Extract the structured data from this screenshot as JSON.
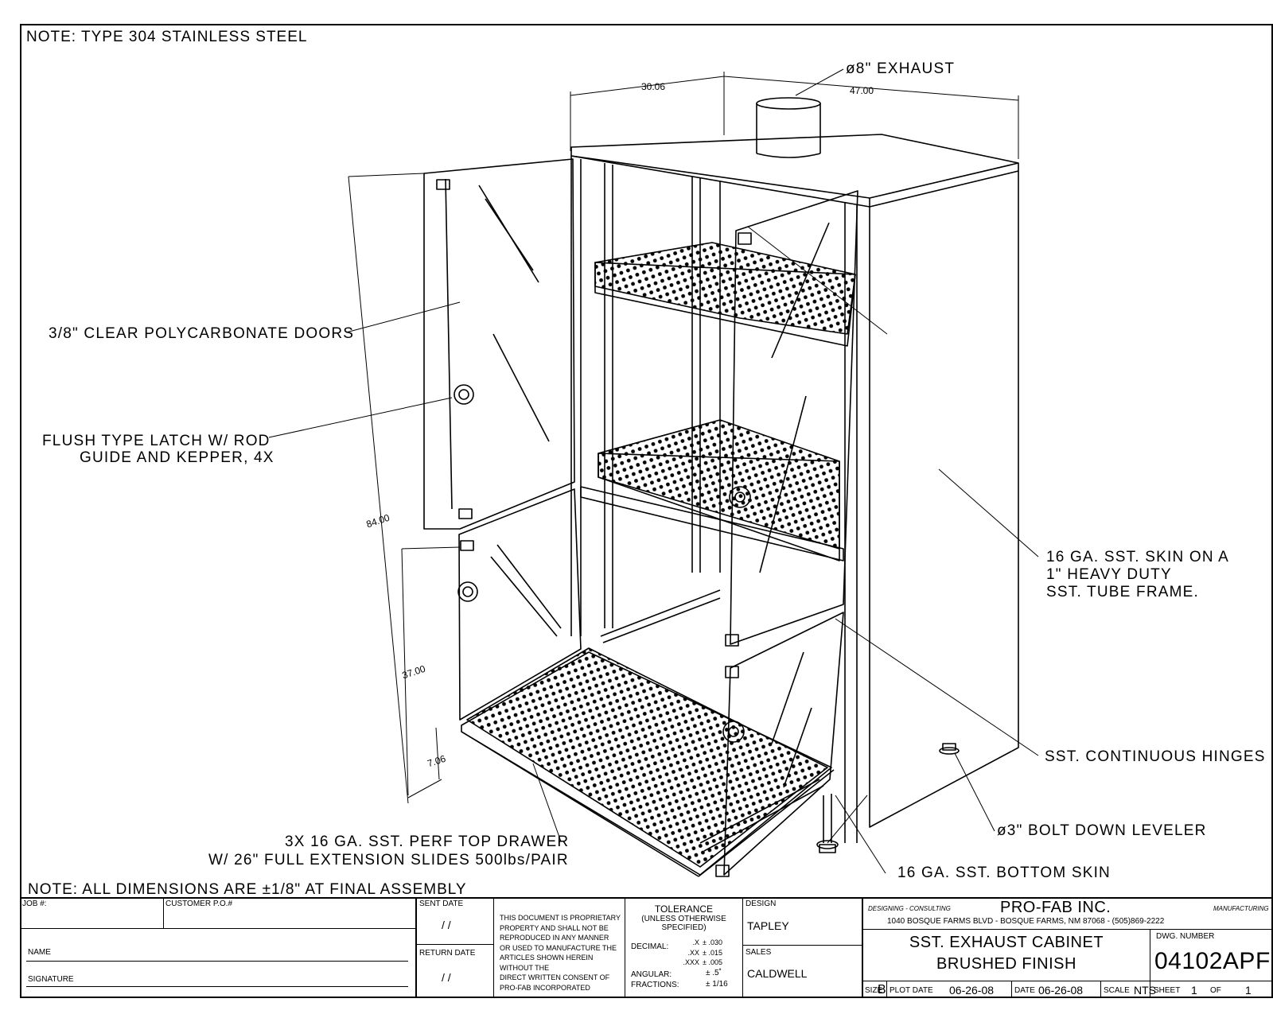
{
  "notes": {
    "top": "NOTE:  TYPE 304 STAINLESS STEEL",
    "bottom": "NOTE:  ALL DIMENSIONS ARE ±1/8\" AT FINAL ASSEMBLY"
  },
  "callouts": {
    "exhaust": "ø8\" EXHAUST",
    "doors": "3/8\" CLEAR POLYCARBONATE DOORS",
    "latch_line1": "FLUSH TYPE LATCH W/ ROD",
    "latch_line2": "GUIDE AND KEPPER, 4X",
    "skin_line1": "16 GA. SST. SKIN ON A",
    "skin_line2": "1\" HEAVY DUTY",
    "skin_line3": "SST. TUBE FRAME.",
    "hinges": "SST. CONTINUOUS HINGES",
    "leveler": "ø3\" BOLT DOWN LEVELER",
    "bottom_skin": "16 GA. SST. BOTTOM SKIN",
    "drawer_line1": "3X 16 GA. SST. PERF TOP DRAWER",
    "drawer_line2": "W/ 26\" FULL EXTENSION SLIDES 500lbs/PAIR"
  },
  "dimensions": {
    "depth": "30.06",
    "width": "47.00",
    "height": "84.00",
    "lower_height": "37.00",
    "drawer_height": "7.06"
  },
  "title_block": {
    "job_label": "JOB #:",
    "customer_po_label": "CUSTOMER P.O.#",
    "name_label": "NAME",
    "signature_label": "SIGNATURE",
    "sent_date_label": "SENT DATE",
    "sent_date_value": "/    /",
    "return_date_label": "RETURN DATE",
    "return_date_value": "/    /",
    "proprietary": [
      "THIS DOCUMENT IS PROPRIETARY",
      "PROPERTY AND SHALL NOT BE",
      "REPRODUCED IN ANY MANNER",
      "OR USED TO MANUFACTURE THE",
      "ARTICLES SHOWN HEREIN WITHOUT THE",
      "DIRECT WRITTEN CONSENT OF",
      "PRO-FAB INCORPORATED"
    ],
    "tolerance_title": "TOLERANCE",
    "tolerance_sub1": "(UNLESS OTHERWISE",
    "tolerance_sub2": "SPECIFIED)",
    "decimal_label": "DECIMAL:",
    "dec_x": ".X",
    "dec_x_val": "± .030",
    "dec_xx": ".XX",
    "dec_xx_val": "± .015",
    "dec_xxx": ".XXX",
    "dec_xxx_val": "± .005",
    "angular_label": "ANGULAR:",
    "angular_val": "± .5˚",
    "fractions_label": "FRACTIONS:",
    "fractions_val": "± 1/16",
    "design_label": "DESIGN",
    "design_value": "TAPLEY",
    "sales_label": "SALES",
    "sales_value": "CALDWELL",
    "designing": "DESIGNING - CONSULTING",
    "company": "PRO-FAB INC.",
    "manufacturing": "MANUFACTURING",
    "address": "1040 BOSQUE FARMS BLVD - BOSQUE FARMS, NM 87068 - (505)869-2222",
    "title_line1": "SST. EXHAUST CABINET",
    "title_line2": "BRUSHED FINISH",
    "dwg_label": "DWG. NUMBER",
    "dwg_number": "04102APF",
    "size_label": "SIZE",
    "size_value": "B",
    "plot_date_label": "PLOT DATE",
    "plot_date_value": "06-26-08",
    "date_label": "DATE",
    "date_value": "06-26-08",
    "scale_label": "SCALE",
    "scale_value": "NTS",
    "sheet_label": "SHEET",
    "sheet_value": "1",
    "of_label": "OF",
    "sheet_total": "1"
  }
}
